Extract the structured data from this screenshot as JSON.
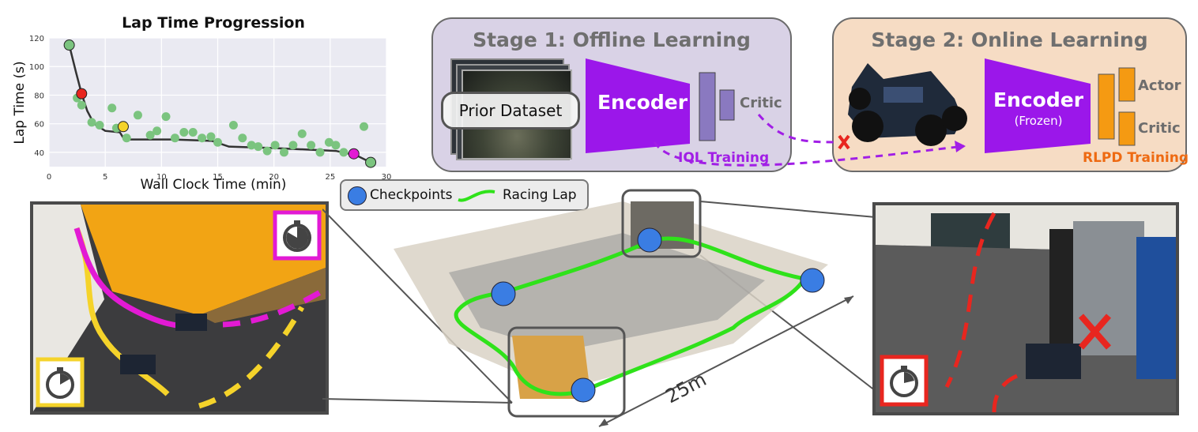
{
  "chart_data": {
    "type": "scatter",
    "title": "Lap Time Progression",
    "xlabel": "Wall Clock Time (min)",
    "ylabel": "Lap Time (s)",
    "xlim": [
      0,
      30
    ],
    "ylim": [
      30,
      120
    ],
    "xticks": [
      "0",
      "5",
      "10",
      "15",
      "20",
      "25",
      "30"
    ],
    "yticks": [
      "40",
      "60",
      "80",
      "100",
      "120"
    ],
    "grid": true,
    "points": [
      {
        "x": 2.5,
        "y": 78
      },
      {
        "x": 2.9,
        "y": 73
      },
      {
        "x": 3.8,
        "y": 61
      },
      {
        "x": 4.5,
        "y": 59
      },
      {
        "x": 5.6,
        "y": 71
      },
      {
        "x": 6.0,
        "y": 57
      },
      {
        "x": 6.9,
        "y": 50
      },
      {
        "x": 7.9,
        "y": 66
      },
      {
        "x": 9.0,
        "y": 52
      },
      {
        "x": 9.6,
        "y": 55
      },
      {
        "x": 10.4,
        "y": 65
      },
      {
        "x": 11.2,
        "y": 50
      },
      {
        "x": 12.0,
        "y": 54
      },
      {
        "x": 12.8,
        "y": 54
      },
      {
        "x": 13.6,
        "y": 50
      },
      {
        "x": 14.4,
        "y": 51
      },
      {
        "x": 15.0,
        "y": 47
      },
      {
        "x": 16.4,
        "y": 59
      },
      {
        "x": 17.2,
        "y": 50
      },
      {
        "x": 18.0,
        "y": 45
      },
      {
        "x": 18.6,
        "y": 44
      },
      {
        "x": 19.4,
        "y": 41
      },
      {
        "x": 20.1,
        "y": 45
      },
      {
        "x": 20.9,
        "y": 40
      },
      {
        "x": 21.7,
        "y": 45
      },
      {
        "x": 22.5,
        "y": 53
      },
      {
        "x": 23.3,
        "y": 45
      },
      {
        "x": 24.1,
        "y": 40
      },
      {
        "x": 24.9,
        "y": 47
      },
      {
        "x": 25.5,
        "y": 45
      },
      {
        "x": 26.2,
        "y": 40
      },
      {
        "x": 28.0,
        "y": 58
      }
    ],
    "trend": [
      {
        "x": 1.8,
        "y": 115
      },
      {
        "x": 2.4,
        "y": 96
      },
      {
        "x": 2.9,
        "y": 81
      },
      {
        "x": 3.4,
        "y": 69
      },
      {
        "x": 4.0,
        "y": 60
      },
      {
        "x": 5.0,
        "y": 55
      },
      {
        "x": 6.3,
        "y": 54
      },
      {
        "x": 6.7,
        "y": 49
      },
      {
        "x": 11.0,
        "y": 49
      },
      {
        "x": 14.5,
        "y": 48
      },
      {
        "x": 16.0,
        "y": 44
      },
      {
        "x": 20.0,
        "y": 43
      },
      {
        "x": 25.5,
        "y": 41
      },
      {
        "x": 27.3,
        "y": 38
      },
      {
        "x": 28.6,
        "y": 33
      }
    ],
    "highlights": [
      {
        "x": 1.8,
        "y": 115,
        "color": "#7bc47f"
      },
      {
        "x": 2.9,
        "y": 81,
        "color": "#e8261f"
      },
      {
        "x": 6.6,
        "y": 58,
        "color": "#f5d32a"
      },
      {
        "x": 27.1,
        "y": 39,
        "color": "#e21ad4"
      },
      {
        "x": 28.6,
        "y": 33,
        "color": "#7bc47f"
      }
    ],
    "point_color": "#7bc47f",
    "trend_color": "#333333"
  },
  "stage1": {
    "title": "Stage 1: Offline Learning",
    "dataset_label": "Prior Dataset",
    "encoder_label": "Encoder",
    "critic_label": "Critic",
    "training_label": "IQL Training",
    "bg_color": "#d9d2e6",
    "encoder_color": "#9b17ea"
  },
  "stage2": {
    "title": "Stage 2: Online Learning",
    "encoder_label": "Encoder",
    "encoder_sub": "(Frozen)",
    "actor_label": "Actor",
    "critic_label": "Critic",
    "training_label": "RLPD Training",
    "bg_color": "#f6dcc4",
    "head_color": "#f59a12",
    "training_color": "#ee6a12"
  },
  "legend": {
    "checkpoints_label": "Checkpoints",
    "racing_lap_label": "Racing  Lap",
    "checkpoint_color": "#3a7de3",
    "lap_color": "#2fe21a"
  },
  "map": {
    "scale_label": "25m"
  },
  "colors": {
    "purple_arrow": "#a11ee6",
    "red_marker": "#e8261f",
    "magenta": "#e21ad4",
    "yellow": "#f5d32a"
  }
}
